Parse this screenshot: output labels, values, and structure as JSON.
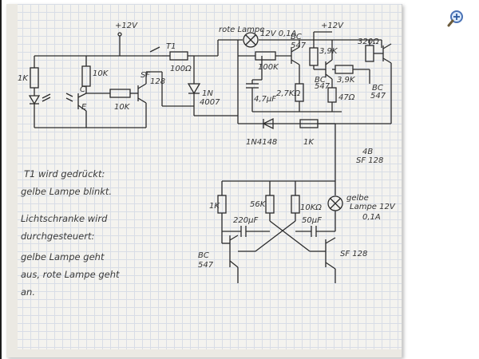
{
  "viewer": {
    "zoom_icon": "magnifier-plus-icon"
  },
  "labels": {
    "plus12v_top": "+12V",
    "t1": "T1",
    "r100": "100Ω",
    "r1k": "1K",
    "r10k_a": "10K",
    "r10k_b": "10K",
    "sf128_a": "SF",
    "sf128_a2": "128",
    "c_label": "C",
    "e_label": "E",
    "diode_1n4007_a": "1N",
    "diode_1n4007_b": "4007",
    "rote_lampe": "rote Lampe",
    "lamp_rating_red": "12V 0,1A",
    "bc547_a": "BC",
    "bc547_a2": "547",
    "r100k": "100K",
    "cap47": "4,7µF",
    "plus12v_right": "+12V",
    "r39k_a": "3,9K",
    "r39k_b": "3,9K",
    "r320": "320Ω",
    "bc547_b": "BC",
    "bc547_b2": "547",
    "bc547_c": "BC",
    "bc547_c2": "547",
    "r27k": "2,7KΩ",
    "r47": "47Ω",
    "d1n4148": "1N4148",
    "r1k_b": "1K",
    "sf128_b_top": "4B",
    "sf128_b": "SF 128",
    "r1k_c": "1K",
    "r56k": "56K",
    "r10k_c": "10KΩ",
    "c220": "220µF",
    "c50": "50µF",
    "gelbe_lampe": "gelbe",
    "gelbe_lampe2": "Lampe 12V",
    "gelbe_rating": "0,1A",
    "bc547_d": "BC",
    "bc547_d2": "547",
    "sf128_c": "SF 128"
  },
  "notes": {
    "line1": "T1 wird gedrückt:",
    "line2": "gelbe Lampe blinkt.",
    "line3": "Lichtschranke wird",
    "line4": "durchgesteuert:",
    "line5": "gelbe Lampe geht",
    "line6": "aus, rote Lampe geht",
    "line7": "an."
  }
}
